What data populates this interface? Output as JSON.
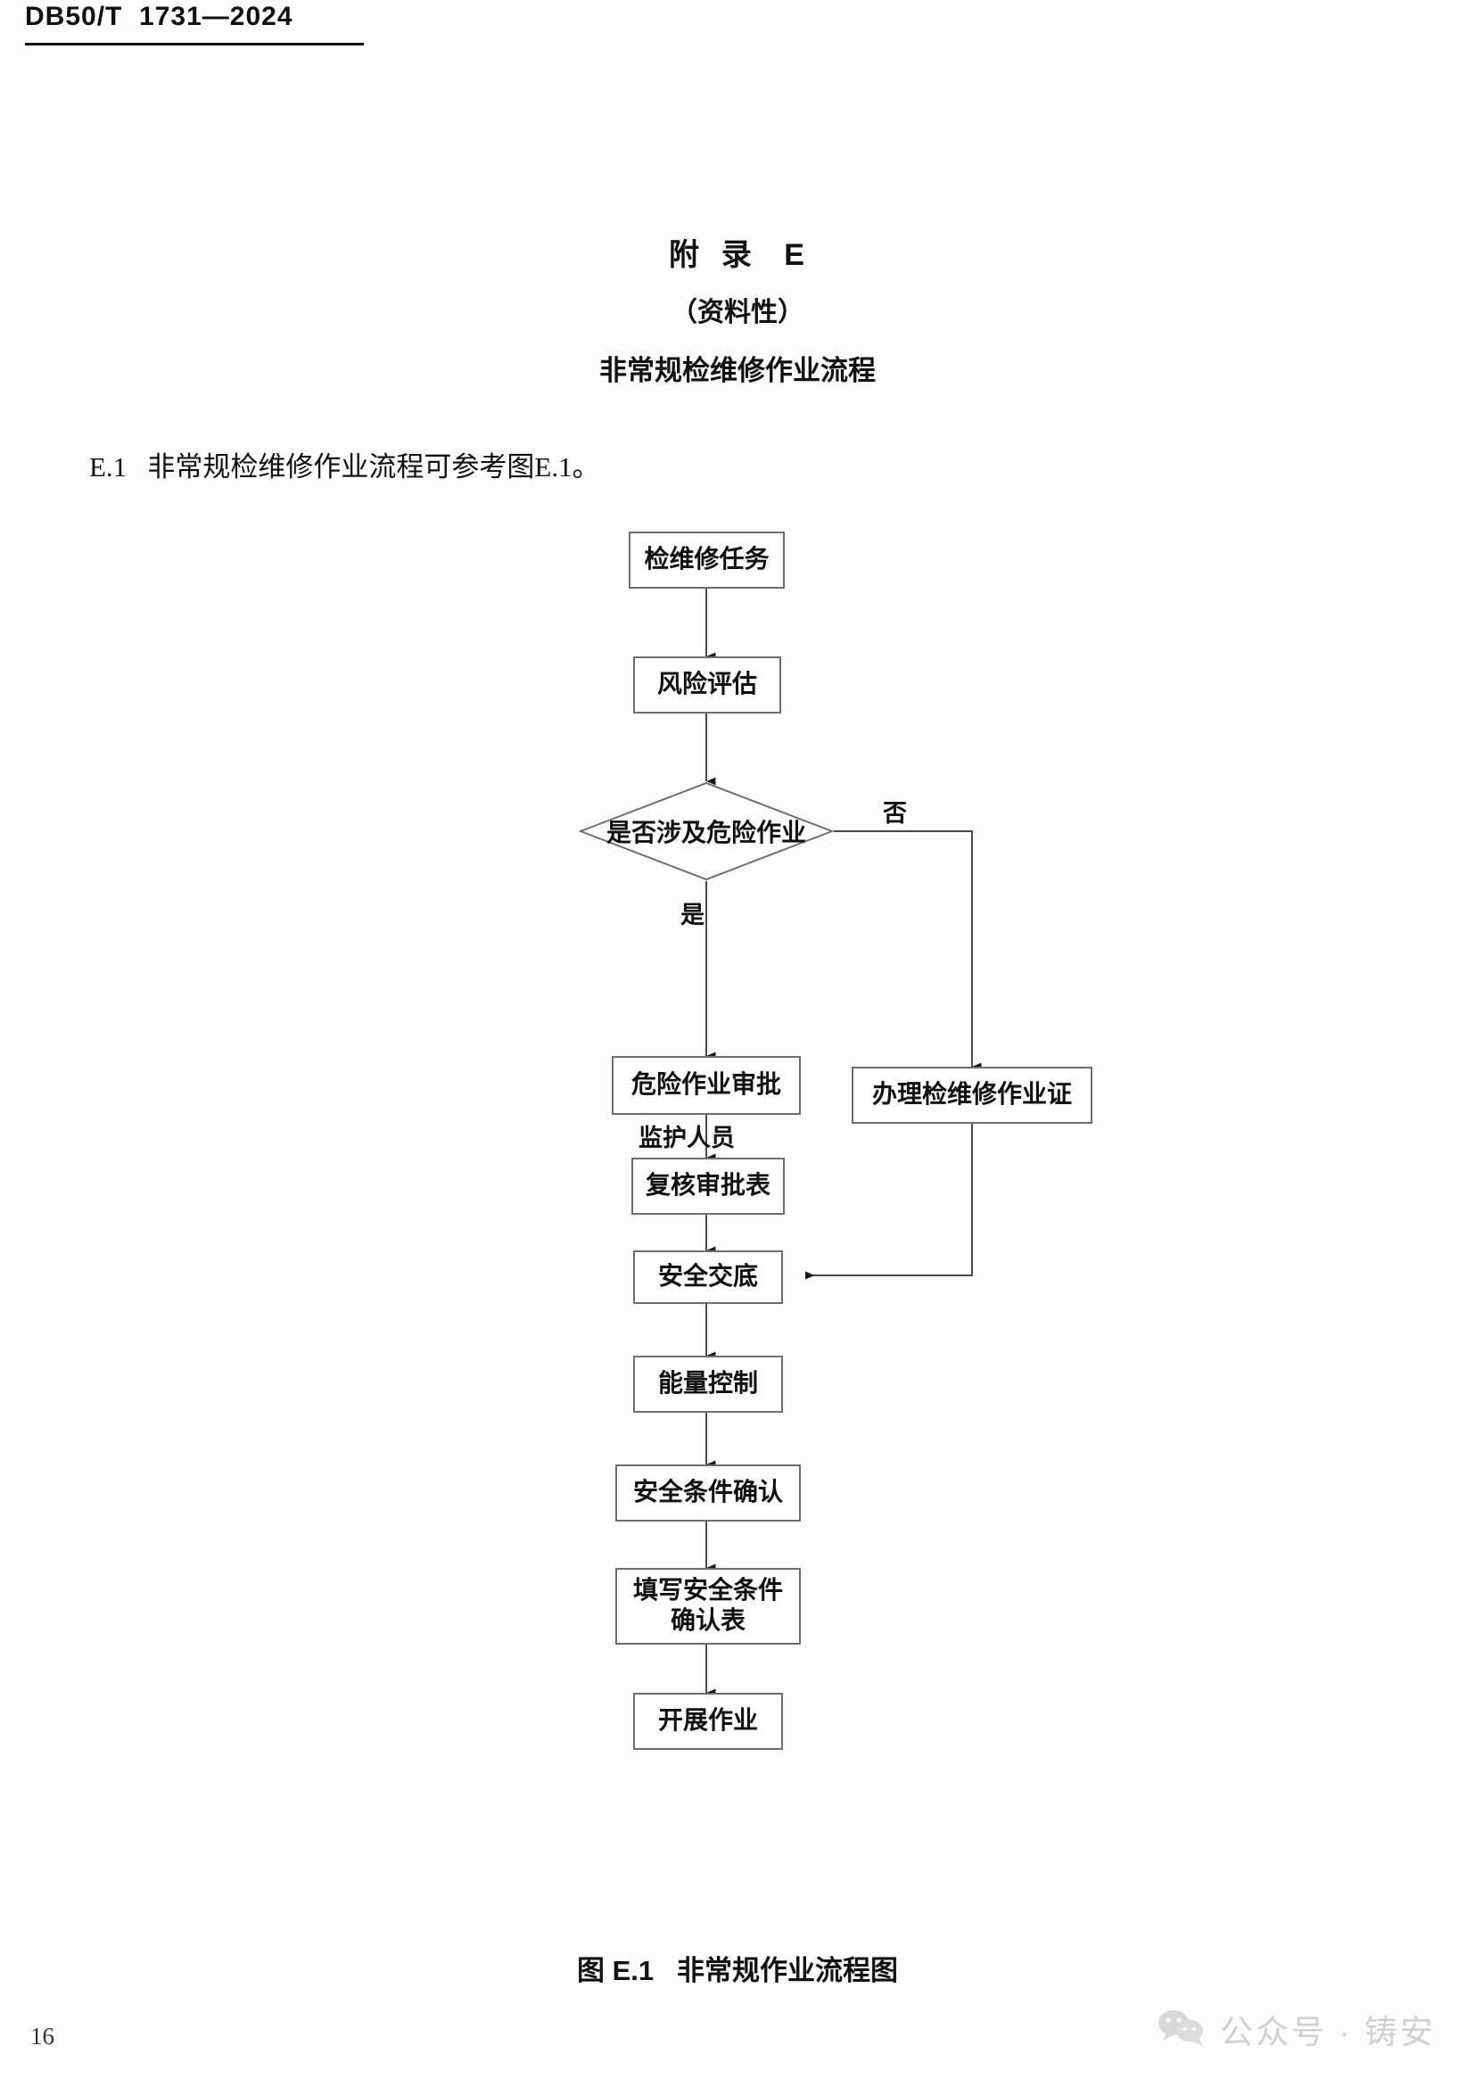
{
  "header": {
    "standard_number": "DB50/T  1731—2024"
  },
  "appendix": {
    "label": "附  录   E",
    "kind": "（资料性）",
    "title": "非常规检维修作业流程"
  },
  "intro": {
    "paragraph": "E.1   非常规检维修作业流程可参考图E.1。"
  },
  "flowchart": {
    "nodes": [
      {
        "id": "task",
        "label": "检维修任务",
        "shape": "box"
      },
      {
        "id": "risk",
        "label": "风险评估",
        "shape": "box"
      },
      {
        "id": "decision",
        "label": "是否涉及危险作业",
        "shape": "diamond"
      },
      {
        "id": "hazard-approval",
        "label": "危险作业审批",
        "shape": "box"
      },
      {
        "id": "permit",
        "label": "办理检维修作业证",
        "shape": "box"
      },
      {
        "id": "review-form",
        "label": "复核审批表",
        "shape": "box"
      },
      {
        "id": "safety-brief",
        "label": "安全交底",
        "shape": "box"
      },
      {
        "id": "energy-control",
        "label": "能量控制",
        "shape": "box"
      },
      {
        "id": "condition-check",
        "label": "安全条件确认",
        "shape": "box"
      },
      {
        "id": "fill-form",
        "label": "填写安全条件\n确认表",
        "shape": "box"
      },
      {
        "id": "start-work",
        "label": "开展作业",
        "shape": "box"
      }
    ],
    "edge_labels": {
      "no": "否",
      "yes": "是",
      "guardian": "监护人员"
    }
  },
  "figure": {
    "caption": "图 E.1   非常规作业流程图"
  },
  "footer": {
    "page_number": "16"
  },
  "watermark": {
    "text": "公众号 · 铸安",
    "icon": "wechat-icon"
  },
  "colors": {
    "text": "#111111",
    "node_border": "#6d6d6d",
    "wire": "#4a4a4a",
    "watermark": "#b6b6b6",
    "page_background": "#fdfdfd"
  }
}
